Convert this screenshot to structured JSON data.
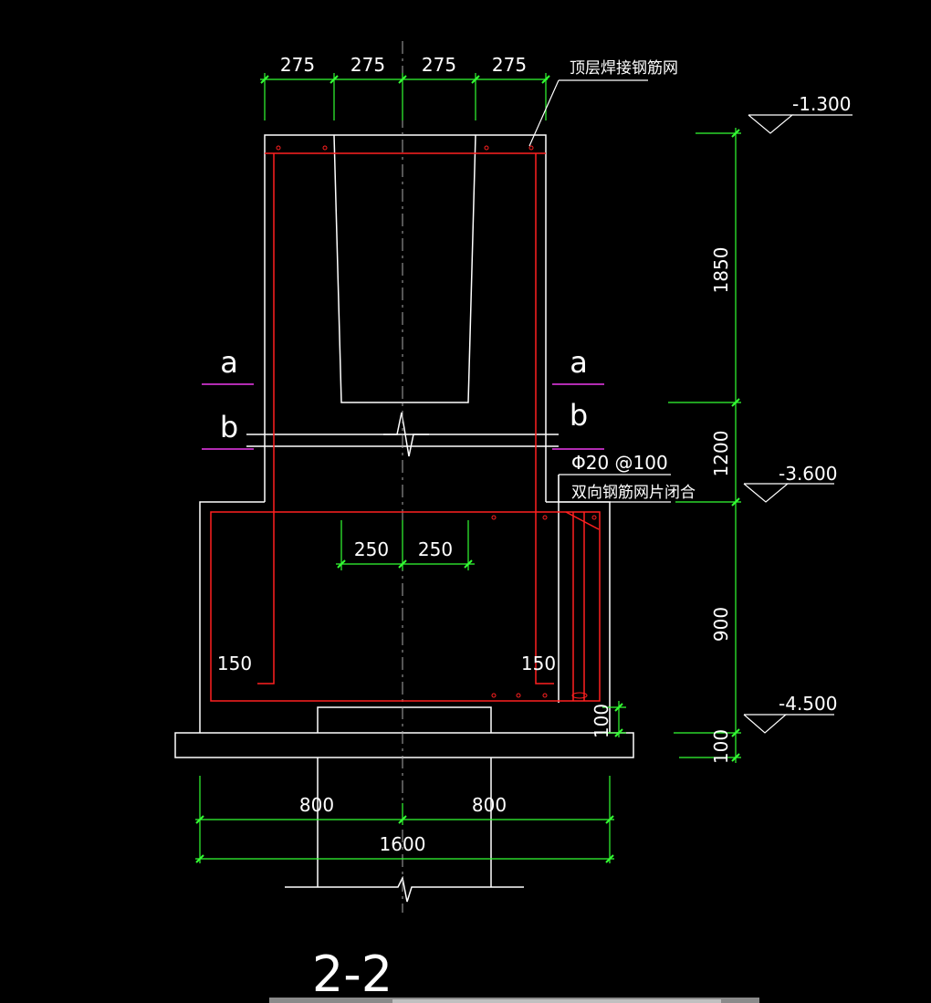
{
  "drawing": {
    "colors": {
      "background": "#000000",
      "outline": "#ffffff",
      "rebar": "#ff2020",
      "dimension": "#33ff33",
      "section_line": "#cc33cc"
    },
    "top_dims": [
      "275",
      "275",
      "275",
      "275"
    ],
    "mid_dims": [
      "250",
      "250"
    ],
    "hook_left": "150",
    "hook_right": "150",
    "bottom_dims": {
      "left": "800",
      "right": "800",
      "total": "1600"
    },
    "side_dims": {
      "d1": "1850",
      "d2": "1200",
      "d3": "900",
      "d4": "100"
    },
    "small_dim": "100",
    "elevations": {
      "e1": "-1.300",
      "e2": "-3.600",
      "e3": "-4.500"
    },
    "notes": {
      "top_mesh": "顶层焊接钢筋网",
      "rebar_spec": "Φ20 @100",
      "mesh_note": "双向钢筋网片闭合"
    },
    "section_marks": {
      "a": "a",
      "b": "b"
    },
    "section_title": "2-2"
  }
}
